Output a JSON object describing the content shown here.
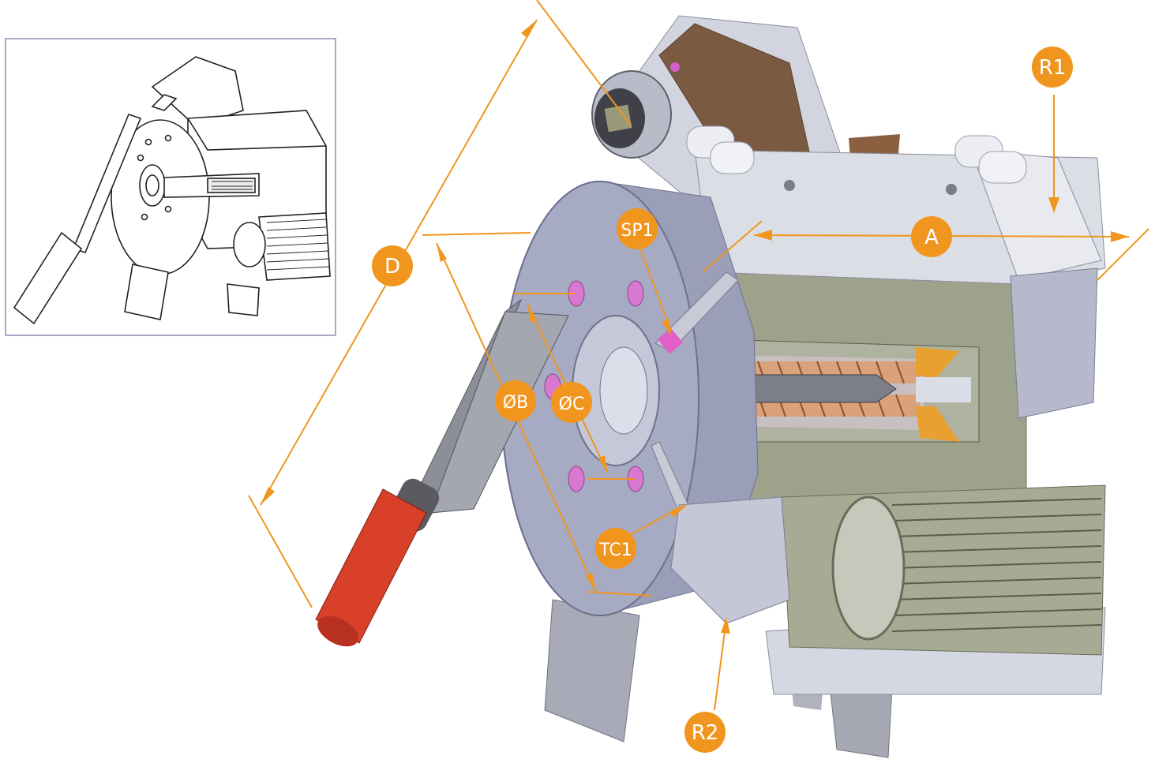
{
  "colors": {
    "accent": "#f0961e",
    "handle_red": "#d8402a",
    "steel": "#9ea2ba",
    "olive": "#9fa28a",
    "copper": "#d4a070",
    "pink": "#d060c8",
    "brown": "#7a5a40"
  },
  "labels": {
    "a": "A",
    "b": "ØB",
    "c": "ØC",
    "d": "D",
    "r1": "R1",
    "r2": "R2",
    "sp1": "SP1",
    "tc1": "TC1"
  }
}
